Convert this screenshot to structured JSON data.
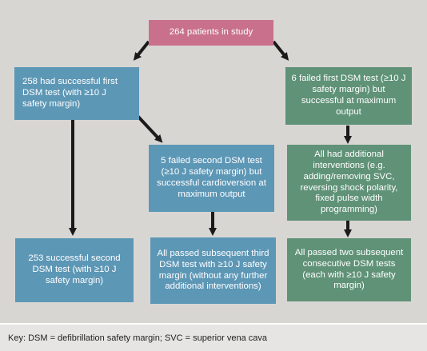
{
  "flowchart": {
    "root": "264 patients in study",
    "left_top": "258 had successful first DSM test (with ≥10 J safety margin)",
    "left_bottom": "253 successful second DSM test (with ≥10 J safety margin)",
    "middle_top": "5 failed second DSM test (≥10 J safety margin) but successful cardioversion at maximum output",
    "middle_bottom": "All passed subsequent third DSM test with ≥10 J safety margin (without any further additional interventions)",
    "right_top": "6 failed first DSM test (≥10 J safety margin) but successful at maximum output",
    "right_middle": "All had additional interventions (e.g. adding/removing SVC, reversing shock polarity, fixed pulse width programming)",
    "right_bottom": "All passed two subsequent consecutive DSM tests (each with ≥10 J safety margin)"
  },
  "key": "Key: DSM = defibrillation safety margin; SVC = superior vena cava",
  "colors": {
    "root": "#c8708c",
    "left_middle": "#5d97b6",
    "right": "#5f9277",
    "background": "#d8d6d3"
  }
}
